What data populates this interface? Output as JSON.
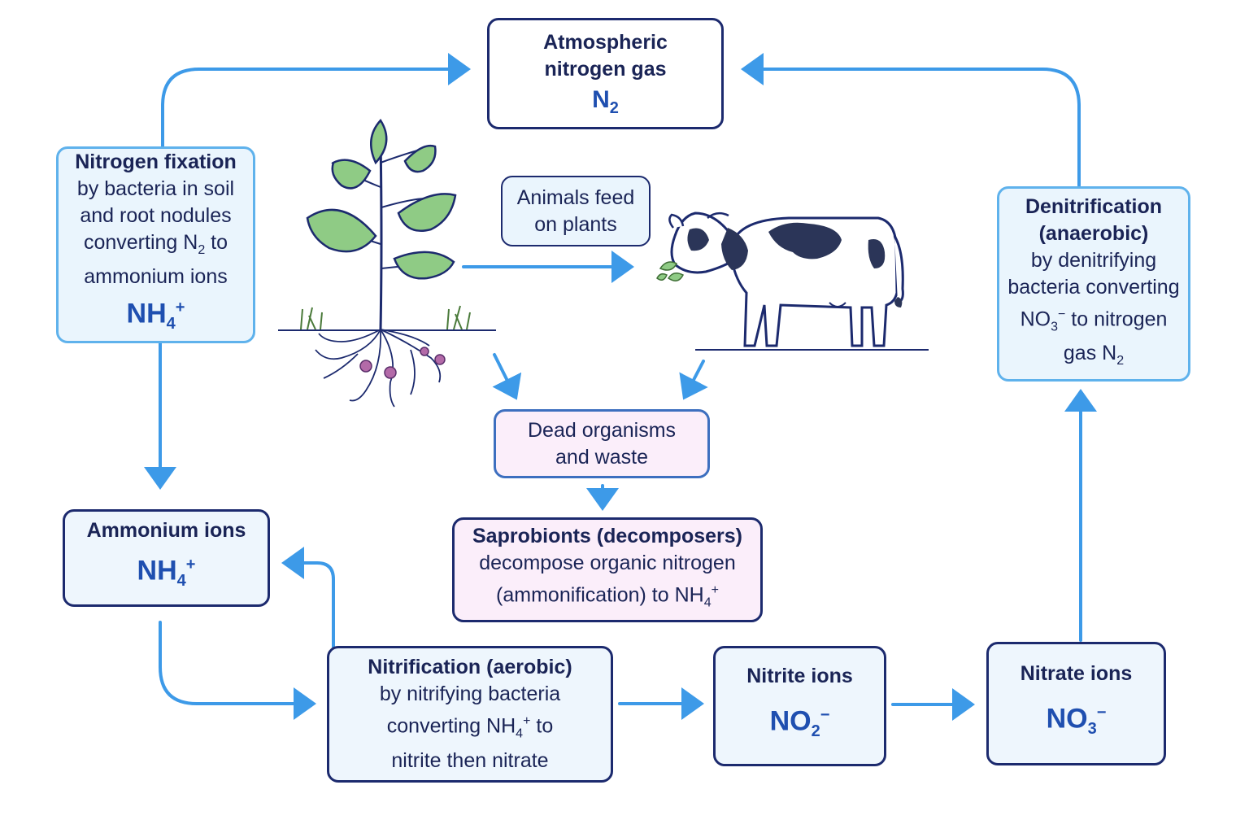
{
  "atmosphere": {
    "title_l1": "Atmospheric",
    "title_l2": "nitrogen gas",
    "formula": "N",
    "formula_sub": "2"
  },
  "fixation": {
    "title": "Nitrogen fixation",
    "l1": "by bacteria in soil",
    "l2": "and root nodules",
    "l3_pre": "converting N",
    "l3_sub": "2",
    "l3_post": " to",
    "l4": "ammonium ions",
    "formula": "NH",
    "formula_sub": "4",
    "formula_sup": "+"
  },
  "animals": {
    "l1": "Animals feed",
    "l2": "on plants"
  },
  "dead": {
    "l1": "Dead organisms",
    "l2": "and waste"
  },
  "saprobionts": {
    "title": "Saprobionts (decomposers)",
    "l1": "decompose organic nitrogen",
    "l2_pre": "(ammonification) to NH",
    "l2_sub": "4",
    "l2_sup": "+"
  },
  "ammonium": {
    "title": "Ammonium ions",
    "formula": "NH",
    "formula_sub": "4",
    "formula_sup": "+"
  },
  "nitrification": {
    "title": "Nitrification (aerobic)",
    "l1": "by nitrifying bacteria",
    "l2_pre": "converting NH",
    "l2_sub": "4",
    "l2_sup": "+",
    "l2_post": " to",
    "l3": "nitrite then nitrate"
  },
  "nitrite": {
    "title": "Nitrite ions",
    "formula": "NO",
    "formula_sub": "2",
    "formula_sup": "−"
  },
  "nitrate": {
    "title": "Nitrate ions",
    "formula": "NO",
    "formula_sub": "3",
    "formula_sup": "−"
  },
  "denitrification": {
    "title_l1": "Denitrification",
    "title_l2": "(anaerobic)",
    "l1": "by denitrifying",
    "l2": "bacteria converting",
    "l3_pre": "NO",
    "l3_sub": "3",
    "l3_sup": "−",
    "l3_post": " to nitrogen",
    "l4_pre": "gas N",
    "l4_sub": "2"
  },
  "colors": {
    "arrow": "#3d9ae8",
    "box_border": "#1c2a6e",
    "light_border": "#5fb2ec",
    "formula": "#1f4fb0",
    "pink_fill": "#fbeefa"
  },
  "icons": [
    "plant-icon",
    "cow-icon"
  ]
}
